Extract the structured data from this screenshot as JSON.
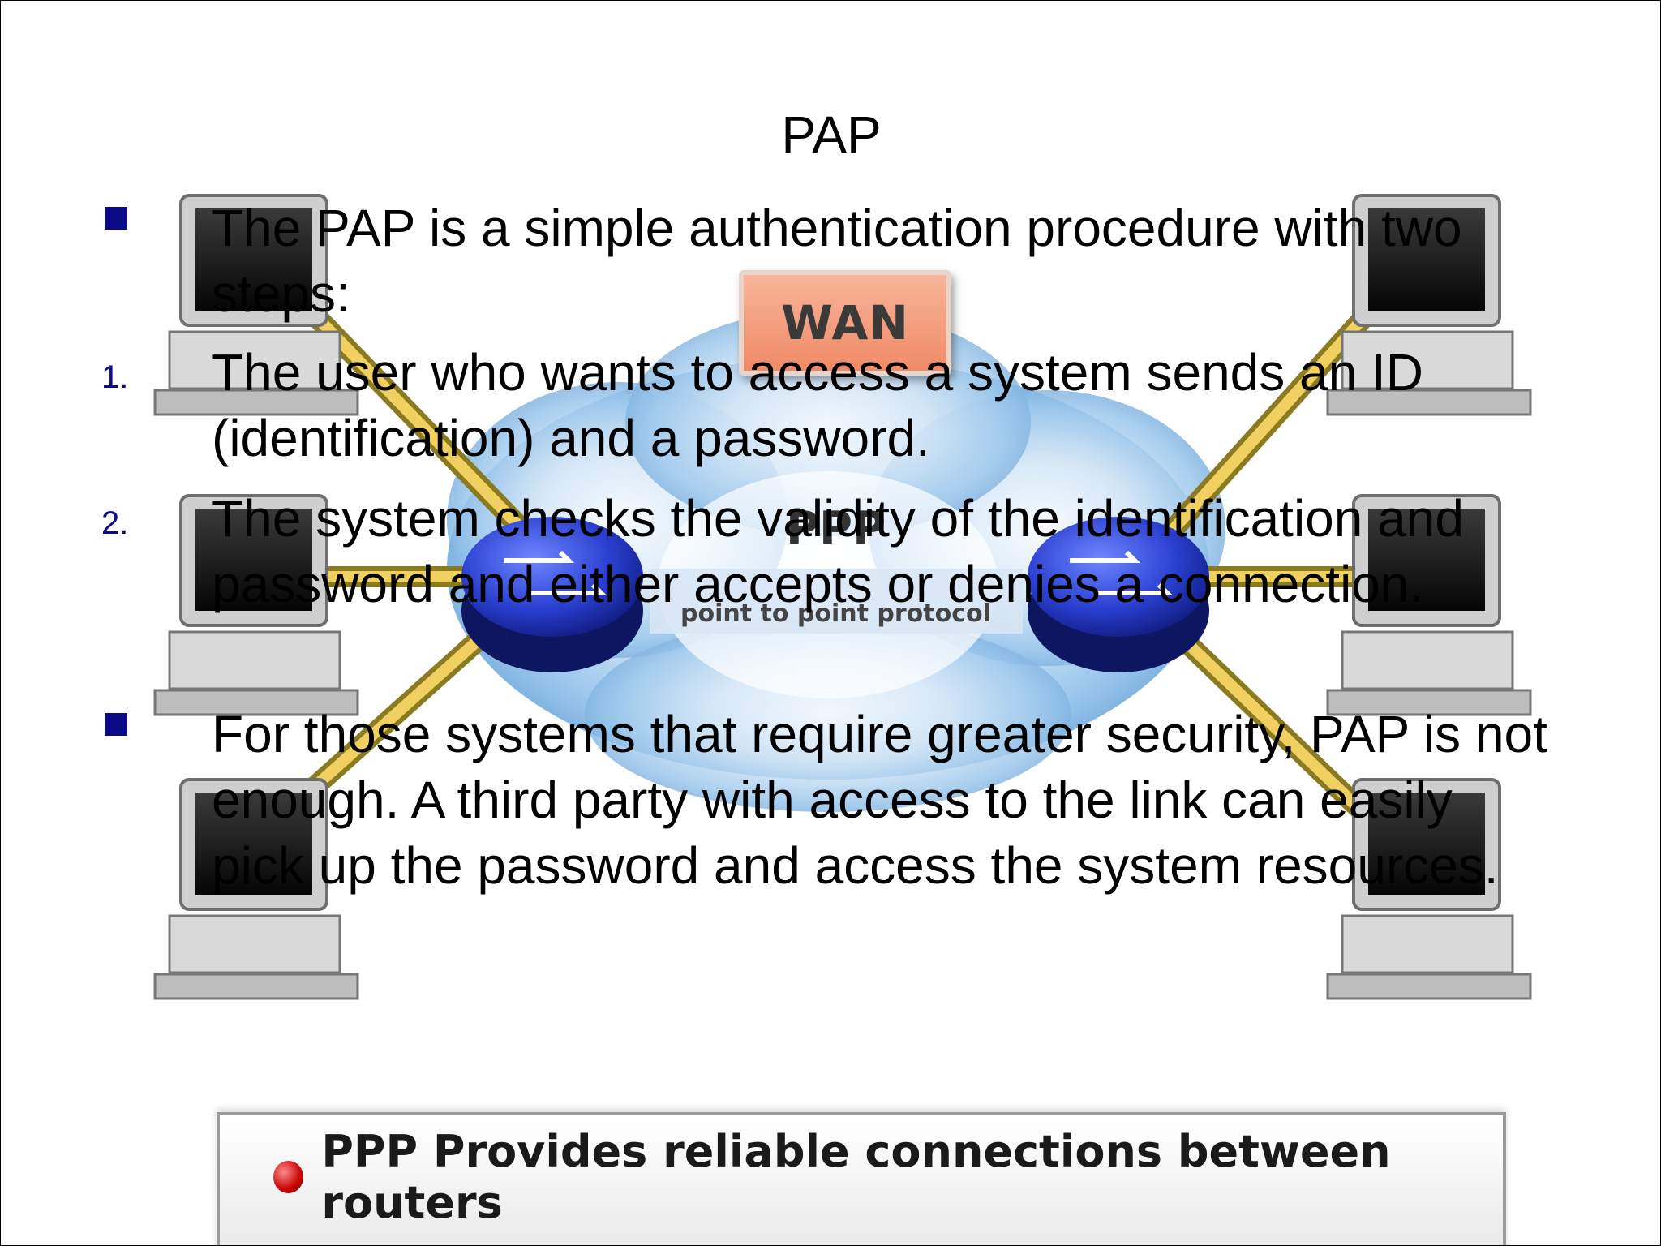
{
  "slide": {
    "title": "PAP",
    "items": [
      {
        "marker": "square",
        "text": "The PAP is  a simple authentication procedure with two steps:"
      },
      {
        "marker": "1.",
        "text": "The user who wants to access a system  sends  an ID (identification) and a password."
      },
      {
        "marker": "2.",
        "text": "The system checks the validity   of the identification and password and either  accepts or denies a connection."
      },
      {
        "marker": "square",
        "text": "For those systems  that require greater security, PAP is not enough. A third party with access to the link can easily pick up the password and access  the system resources."
      }
    ]
  },
  "illustration": {
    "wan_label": "WAN",
    "ppp_label": "PPP",
    "ppp_sublabel": "point to point protocol",
    "caption": "PPP Provides reliable connections between routers",
    "colors": {
      "wan_box": "#f08a66",
      "router": "#2a3fd0",
      "cloud": "#9cc7ec",
      "link": "#e0c040",
      "bullet_marker": "#0b0b8a",
      "caption_dot": "#c80000"
    }
  }
}
